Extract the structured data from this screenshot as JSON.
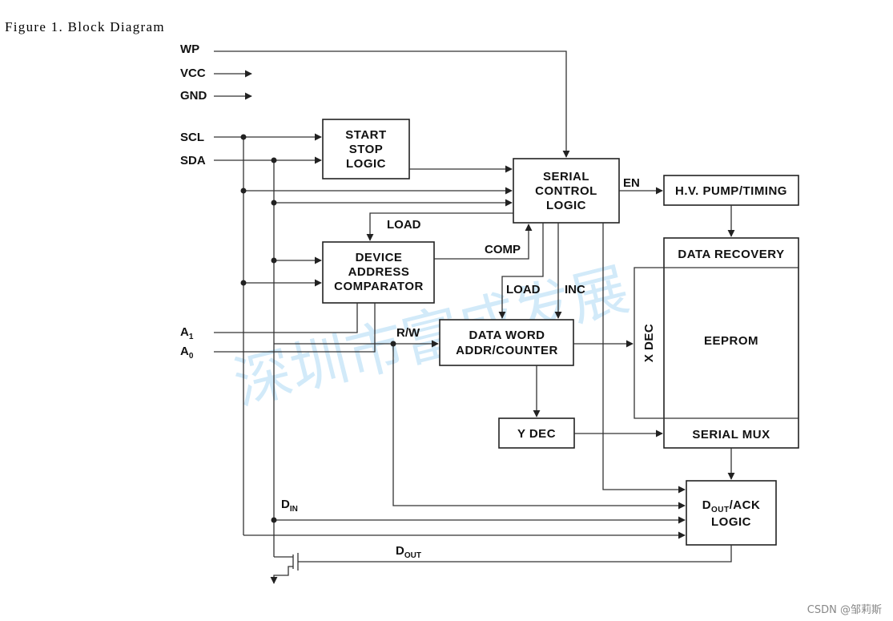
{
  "caption": "Figure 1. Block Diagram",
  "pins": {
    "wp": "WP",
    "vcc": "VCC",
    "gnd": "GND",
    "scl": "SCL",
    "sda": "SDA",
    "a": "A",
    "a1_sub": "1",
    "a0_sub": "0"
  },
  "blocks": {
    "start_stop": [
      "START",
      "STOP",
      "LOGIC"
    ],
    "serial_control": [
      "SERIAL",
      "CONTROL",
      "LOGIC"
    ],
    "hv_pump": "H.V. PUMP/TIMING",
    "device_address": [
      "DEVICE",
      "ADDRESS",
      "COMPARATOR"
    ],
    "data_recovery": "DATA  RECOVERY",
    "eeprom": "EEPROM",
    "x_dec": "X DEC",
    "data_word": [
      "DATA  WORD",
      "ADDR/COUNTER"
    ],
    "y_dec": "Y  DEC",
    "serial_mux": "SERIAL  MUX",
    "dout_ack": {
      "d": "D",
      "sub": "OUT",
      "rest": "/ACK",
      "line2": "LOGIC"
    }
  },
  "signals": {
    "en": "EN",
    "load": "LOAD",
    "comp": "COMP",
    "inc": "INC",
    "rw": "R/W",
    "d": "D",
    "din_sub": "IN",
    "dout_sub": "OUT"
  },
  "watermark": "深圳市富成发展",
  "footer": "CSDN @邹莉斯"
}
